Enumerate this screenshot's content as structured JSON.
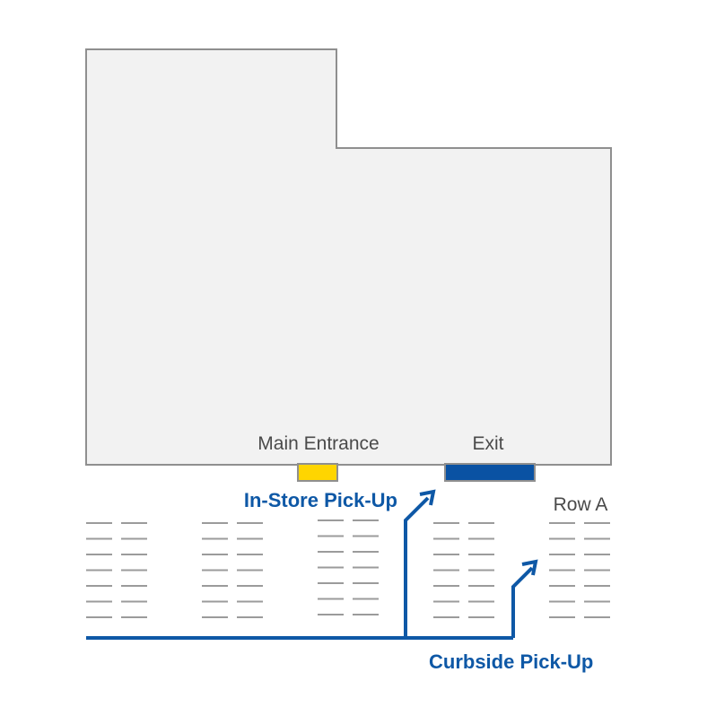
{
  "colors": {
    "background": "#ffffff",
    "building_fill": "#f2f2f2",
    "building_outline": "#8f8f8f",
    "entrance": "#ffd500",
    "exit": "#0a52a3",
    "route": "#0e58a6",
    "parking_line": "#9b9b9b",
    "label_gray": "#4a4a4a",
    "label_blue": "#0e58a6"
  },
  "labels": {
    "main_entrance": "Main Entrance",
    "exit": "Exit",
    "in_store_pickup": "In-Store Pick-Up",
    "row_a": "Row A",
    "curbside_pickup": "Curbside Pick-Up"
  },
  "parking": {
    "groups": 5,
    "stalls_per_column": 7,
    "columns_per_group": 2
  },
  "icons": {
    "in_store_route": "arrow-up-icon",
    "curbside_route": "arrow-up-icon"
  }
}
